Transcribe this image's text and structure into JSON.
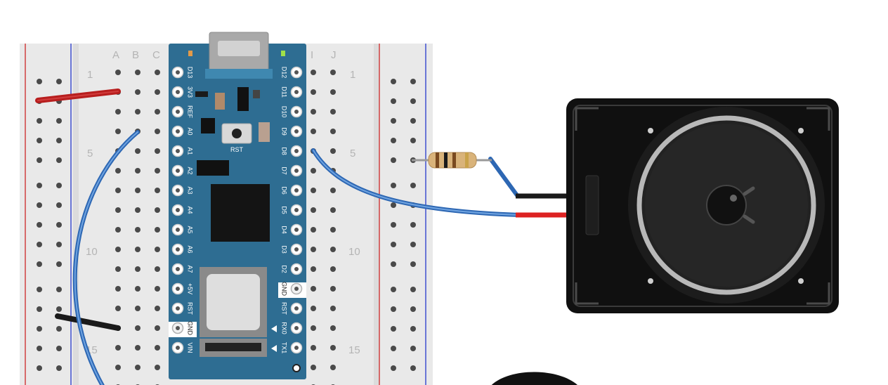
{
  "breadboard": {
    "column_letters_left": [
      "A",
      "B",
      "C"
    ],
    "column_letters_right": [
      "I",
      "J"
    ],
    "row_numbers": [
      "1",
      "5",
      "10",
      "15"
    ]
  },
  "arduino": {
    "left_pins": [
      "D13",
      "3V3",
      "REF",
      "A0",
      "A1",
      "A2",
      "A3",
      "A4",
      "A5",
      "A6",
      "A7",
      "+5V",
      "RST",
      "GND",
      "VIN"
    ],
    "right_pins": [
      "D12",
      "D11",
      "D10",
      "D9",
      "D8",
      "D7",
      "D6",
      "D5",
      "D4",
      "D3",
      "D2",
      "GND",
      "RST",
      "RX0",
      "TX1"
    ],
    "reset_label": "RST"
  },
  "colors": {
    "board_blue": "#2e6d92",
    "wire_blue": "#3a7dcc",
    "wire_red": "#cc2222",
    "wire_black": "#1a1a1a",
    "speaker_body": "#111111",
    "breadboard": "#e8e8e8",
    "rail_red": "#d04040",
    "rail_blue": "#4050d0"
  }
}
